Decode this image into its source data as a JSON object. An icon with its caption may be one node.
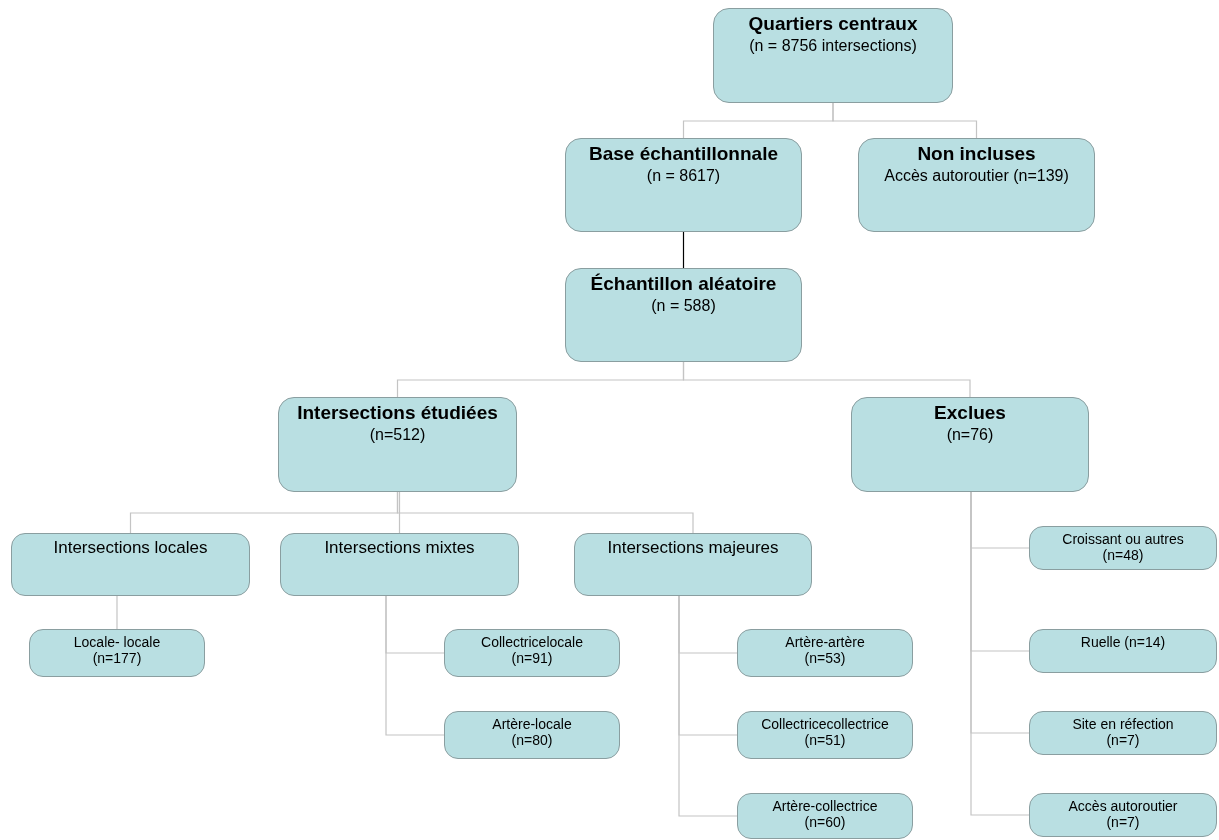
{
  "diagram": {
    "nodes": [
      {
        "text": [
          "Quartiers centraux",
          "(n = 8756 intersections)"
        ]
      },
      {
        "text": [
          "Base échantillonnale",
          "(n = 8617)"
        ]
      },
      {
        "text": [
          "Non incluses",
          "Accès autoroutier (n=139)"
        ]
      },
      {
        "text": [
          "Échantillon aléatoire",
          "(n = 588)"
        ]
      },
      {
        "text": [
          "Intersections étudiées",
          "(n=512)"
        ]
      },
      {
        "text": [
          "Exclues",
          "(n=76)"
        ]
      },
      {
        "text": [
          "Intersections locales"
        ]
      },
      {
        "text": [
          "Intersections mixtes"
        ]
      },
      {
        "text": [
          "Intersections majeures"
        ]
      },
      {
        "text": [
          "Locale- locale",
          "(n=177)"
        ]
      },
      {
        "text": [
          "Collectricelocale",
          "(n=91)"
        ]
      },
      {
        "text": [
          "Artère-locale",
          "(n=80)"
        ]
      },
      {
        "text": [
          "Artère-artère",
          "(n=53)"
        ]
      },
      {
        "text": [
          "Collectricecollectrice",
          "(n=51)"
        ]
      },
      {
        "text": [
          "Artère-collectrice",
          "(n=60)"
        ]
      },
      {
        "text": [
          "Croissant ou autres",
          "(n=48)"
        ]
      },
      {
        "text": [
          "Ruelle (n=14)"
        ]
      },
      {
        "text": [
          "Site en réfection",
          "(n=7)"
        ]
      },
      {
        "text": [
          "Accès autoroutier",
          "(n=7)"
        ]
      }
    ],
    "edges": [
      {
        "from": 0,
        "to": 1,
        "arrow": "none"
      },
      {
        "from": 0,
        "to": 2,
        "arrow": "none"
      },
      {
        "from": 1,
        "to": 3,
        "arrow": "none",
        "color": "#000000"
      },
      {
        "from": 3,
        "to": 4,
        "arrow": "none"
      },
      {
        "from": 3,
        "to": 5,
        "arrow": "none"
      },
      {
        "from": 4,
        "to": 6,
        "arrow": "none"
      },
      {
        "from": 4,
        "to": 7,
        "arrow": "none"
      },
      {
        "from": 4,
        "to": 8,
        "arrow": "none"
      },
      {
        "from": 6,
        "to": 9,
        "arrow": "none"
      },
      {
        "from": 7,
        "to": 10,
        "arrow": "none"
      },
      {
        "from": 7,
        "to": 11,
        "arrow": "none"
      },
      {
        "from": 8,
        "to": 12,
        "arrow": "none"
      },
      {
        "from": 8,
        "to": 13,
        "arrow": "none"
      },
      {
        "from": 8,
        "to": 14,
        "arrow": "none"
      },
      {
        "from": 5,
        "to": 15,
        "arrow": "none"
      },
      {
        "from": 5,
        "to": 16,
        "arrow": "none"
      },
      {
        "from": 5,
        "to": 17,
        "arrow": "none"
      },
      {
        "from": 5,
        "to": 18,
        "arrow": "none"
      }
    ]
  }
}
